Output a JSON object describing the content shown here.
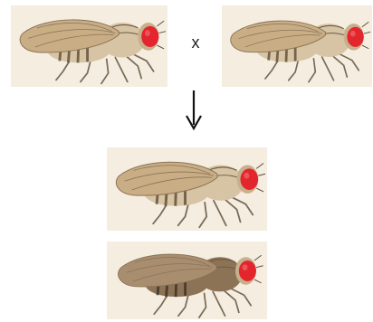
{
  "cross_symbol": "x",
  "colors": {
    "eye": "#e3262e",
    "panel_bg": "#f4ede0",
    "wing": "#c9ad85",
    "body_light": "#d7c4a4",
    "body_dark": "#8c7356"
  },
  "diagram": {
    "parents": [
      {
        "eye_color": "red",
        "body": "light"
      },
      {
        "eye_color": "red",
        "body": "light"
      }
    ],
    "offspring": [
      {
        "eye_color": "red",
        "body": "light"
      },
      {
        "eye_color": "red",
        "body": "dark"
      }
    ]
  }
}
